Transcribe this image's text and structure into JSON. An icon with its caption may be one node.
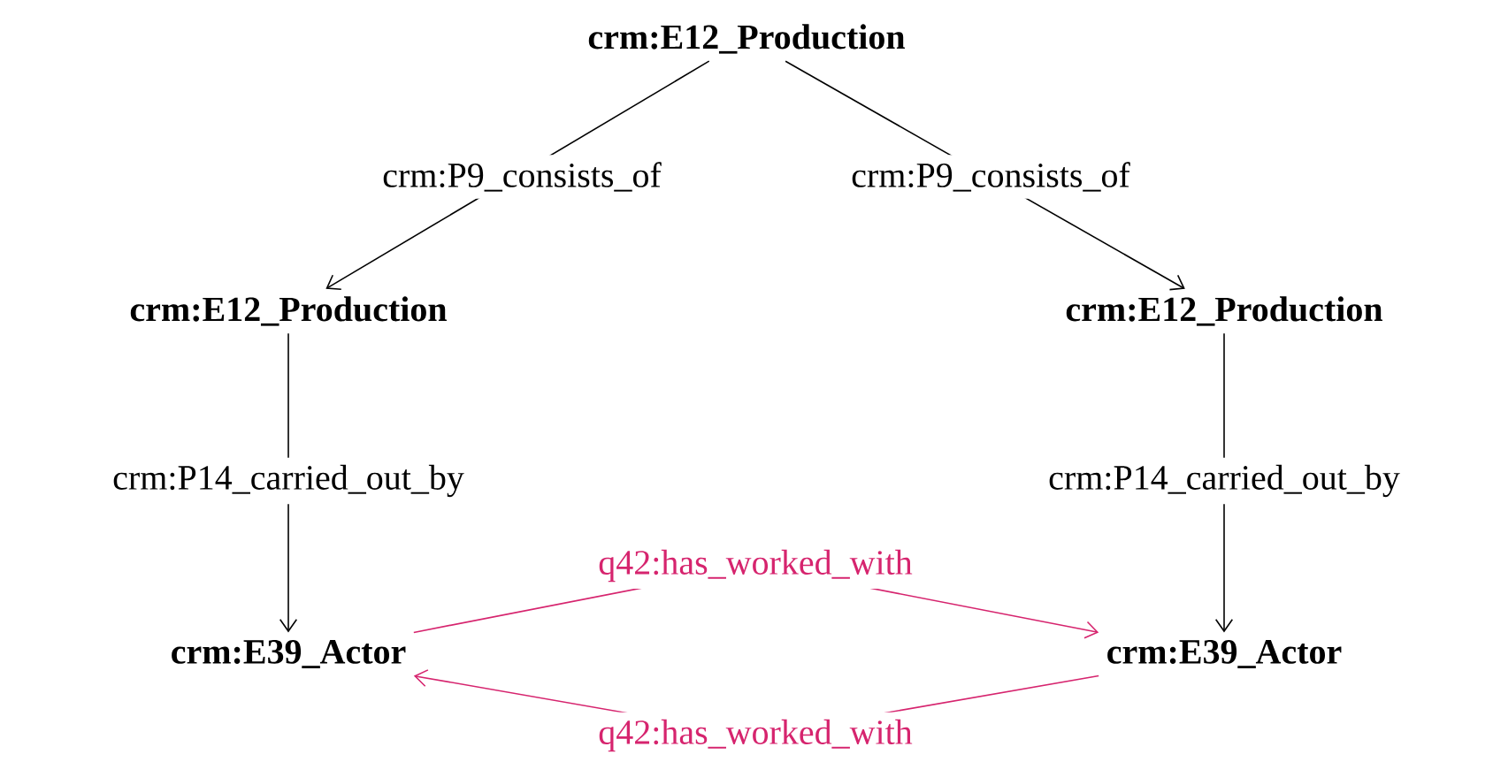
{
  "diagram": {
    "nodes": [
      {
        "text": [
          "crm:E12_Production"
        ]
      },
      {
        "text": [
          "crm:E12_Production"
        ]
      },
      {
        "text": [
          "crm:E12_Production"
        ]
      },
      {
        "text": [
          "crm:E39_Actor"
        ]
      },
      {
        "text": [
          "crm:E39_Actor"
        ]
      }
    ],
    "edges": [
      {
        "from": 0,
        "to": 1,
        "arrow": "to",
        "label": "crm:P9_consists_of"
      },
      {
        "from": 0,
        "to": 2,
        "arrow": "to",
        "label": "crm:P9_consists_of"
      },
      {
        "from": 1,
        "to": 3,
        "arrow": "to",
        "label": "crm:P14_carried_out_by"
      },
      {
        "from": 2,
        "to": 4,
        "arrow": "to",
        "label": "crm:P14_carried_out_by"
      },
      {
        "from": 3,
        "to": 4,
        "arrow": "to",
        "label": "q42:has_worked_with",
        "color": "#d6246e"
      },
      {
        "from": 4,
        "to": 3,
        "arrow": "to",
        "label": "q42:has_worked_with",
        "color": "#d6246e"
      }
    ]
  }
}
